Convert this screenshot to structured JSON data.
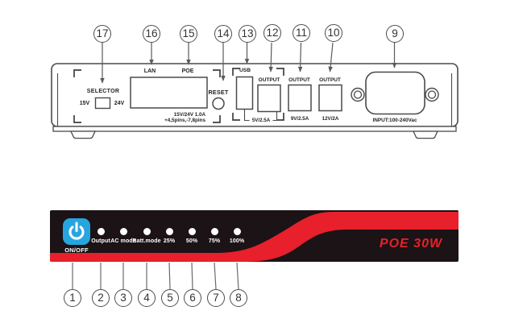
{
  "rear": {
    "selector": {
      "title": "SELECTOR",
      "left": "15V",
      "right": "24V"
    },
    "lan_label": "LAN",
    "poe_label": "POE",
    "note_line1": "15V/24V 1.0A",
    "note_line2": "+4,5pins,-7,8pins",
    "reset_label": "RESET",
    "usb_label": "USB",
    "output5": {
      "title": "OUTPUT",
      "rating": "5V/2.5A"
    },
    "output9": {
      "title": "OUTPUT",
      "rating": "9V/2.5A"
    },
    "output12": {
      "title": "OUTPUT",
      "rating": "12V/2A"
    },
    "input_label": "INPUT:100-240Vac"
  },
  "front": {
    "power_label": "ON/OFF",
    "brand": "POE 30W",
    "leds": [
      {
        "label": "Output"
      },
      {
        "label": "AC mode"
      },
      {
        "label": "Batt.mode"
      },
      {
        "label": "25%"
      },
      {
        "label": "50%"
      },
      {
        "label": "75%"
      },
      {
        "label": "100%"
      }
    ]
  },
  "callouts": {
    "top": [
      "17",
      "16",
      "15",
      "14",
      "13",
      "12",
      "11",
      "10",
      "9"
    ],
    "bottom": [
      "1",
      "2",
      "3",
      "4",
      "5",
      "6",
      "7",
      "8"
    ]
  },
  "colors": {
    "accent_blue": "#27a5df",
    "accent_red": "#e7202b",
    "panel_black": "#1b1315",
    "line_gray": "#4a4a4a"
  }
}
